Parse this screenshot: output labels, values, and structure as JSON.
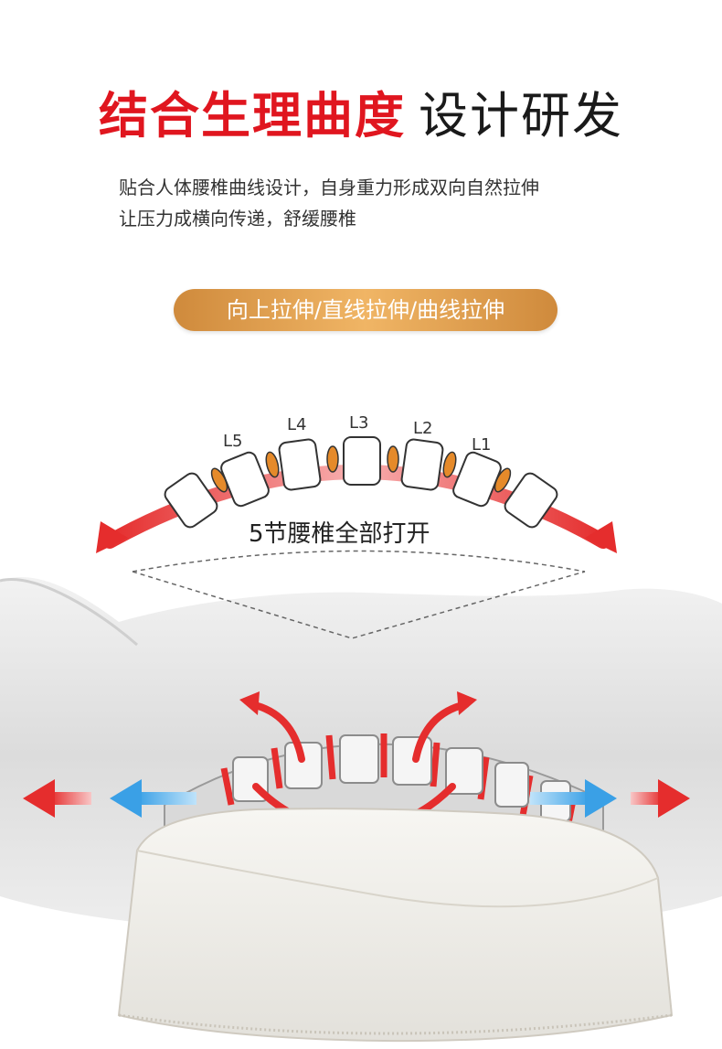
{
  "headline": {
    "red_part": "结合生理曲度",
    "dark_part": "设计研发"
  },
  "description": {
    "line1": "贴合人体腰椎曲线设计，自身重力形成双向自然拉伸",
    "line2": "让压力成横向传递，舒缓腰椎"
  },
  "pill_label": "向上拉伸/直线拉伸/曲线拉伸",
  "vertebrae_labels": [
    "L5",
    "L4",
    "L3",
    "L2",
    "L1"
  ],
  "caption": "5节腰椎全部打开",
  "colors": {
    "headline_red": "#e0161f",
    "pill_gold": "#e3a452",
    "arrow_red": "#e52d2d",
    "arrow_blue": "#3aa0e6",
    "disc_orange": "#e58a2a"
  },
  "icons": [
    "curved-arc-arrow-icon",
    "stretch-arrow-icon",
    "spine-illustration",
    "lumbar-pillow"
  ]
}
